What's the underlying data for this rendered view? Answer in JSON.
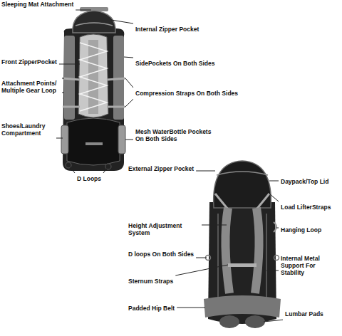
{
  "diagram": {
    "labels": [
      "Sleeping Mat Attachment",
      "Internal Zipper Pocket",
      "Front ZipperPocket",
      "SidePockets On Both Sides",
      "Attachment Points/ Multiple Gear Loop",
      "Compression Straps On Both Sides",
      "Shoes/Laundry Compartment",
      "Mesh WaterBottle Pockets On Both Sides",
      "D Loops",
      "External Zipper Pocket",
      "Daypack/Top Lid",
      "Load LifterStraps",
      "Height Adjustment System",
      "Hanging Loop",
      "D loops On Both Sides",
      "Internal Metal Support For Stability",
      "Sternum Straps",
      "Padded Hip Belt",
      "Lumbar Pads"
    ]
  }
}
